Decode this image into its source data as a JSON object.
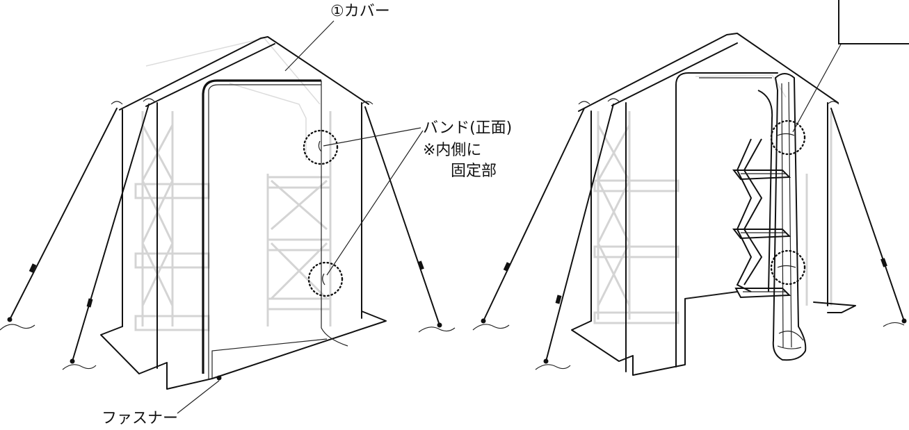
{
  "labels": {
    "cover": "①カバー",
    "band": "バンド(正面)",
    "band_note_line1": "※内側に",
    "band_note_line2": "固定部",
    "zipper": "ファスナー"
  },
  "colors": {
    "ink": "#111111",
    "ghost_frame": "#d4d4d4",
    "background": "#ffffff"
  },
  "figures": [
    "greenhouse-closed",
    "greenhouse-open-rolled-door"
  ]
}
